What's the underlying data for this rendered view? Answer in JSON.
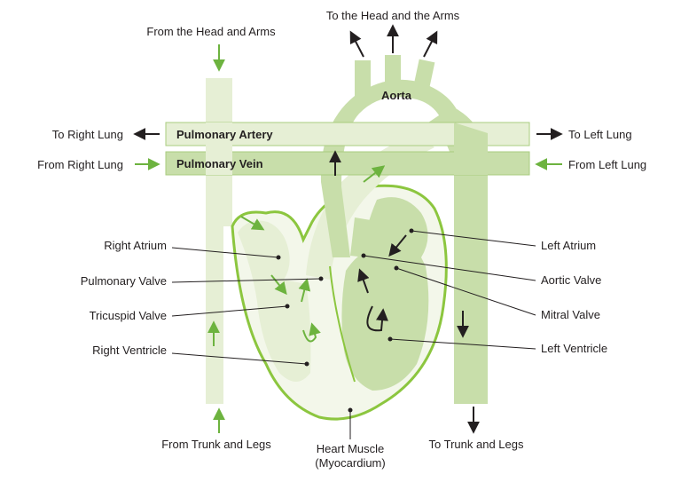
{
  "labels": {
    "from_head_arms": "From the Head and Arms",
    "to_head_arms": "To the Head and the Arms",
    "aorta": "Aorta",
    "to_right_lung": "To Right Lung",
    "from_right_lung": "From Right Lung",
    "to_left_lung": "To Left Lung",
    "from_left_lung": "From Left Lung",
    "pulmonary_artery": "Pulmonary Artery",
    "pulmonary_vein": "Pulmonary Vein",
    "right_atrium": "Right Atrium",
    "pulmonary_valve": "Pulmonary Valve",
    "tricuspid_valve": "Tricuspid Valve",
    "right_ventricle": "Right Ventricle",
    "left_atrium": "Left Atrium",
    "aortic_valve": "Aortic Valve",
    "mitral_valve": "Mitral Valve",
    "left_ventricle": "Left Ventricle",
    "from_trunk_legs": "From Trunk and Legs",
    "to_trunk_legs": "To Trunk and Legs",
    "heart_muscle_1": "Heart Muscle",
    "heart_muscle_2": "(Myocardium)"
  },
  "colors": {
    "light_green": "#e6efd5",
    "mid_green": "#c8deaa",
    "dark_green": "#a9cc7f",
    "outline_green": "#8cc63f",
    "arrow_green": "#6db33f",
    "arrow_dark": "#231f20"
  }
}
